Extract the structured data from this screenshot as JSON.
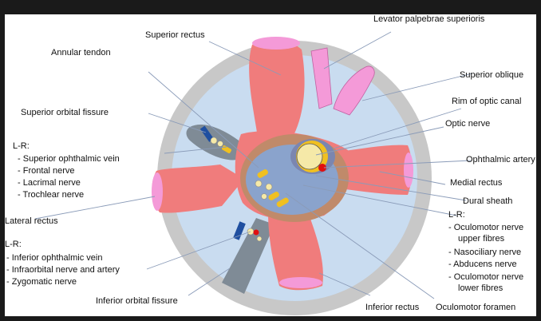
{
  "labels": {
    "levator": "Levator palpebrae superioris",
    "superior_rectus": "Superior rectus",
    "annular_tendon": "Annular tendon",
    "superior_oblique": "Superior oblique",
    "rim_optic_canal": "Rim of optic canal",
    "superior_orbital_fissure": "Superior orbital fissure",
    "optic_nerve": "Optic nerve",
    "ophthalmic_artery": "Ophthalmic artery",
    "medial_rectus": "Medial rectus",
    "dural_sheath": "Dural sheath",
    "lateral_rectus": "Lateral rectus",
    "inferior_orbital_fissure": "Inferior orbital fissure",
    "inferior_rectus": "Inferior rectus",
    "oculomotor_foramen": "Oculomotor foramen"
  },
  "sof_list": {
    "heading": "L-R:",
    "items": [
      "Superior ophthalmic vein",
      "Frontal nerve",
      "Lacrimal nerve",
      "Trochlear nerve"
    ]
  },
  "iof_list": {
    "heading": "L-R:",
    "items": [
      "Inferior ophthalmic vein",
      "Infraorbital nerve and artery",
      "Zygomatic nerve"
    ]
  },
  "oculomotor_list": {
    "heading": "L-R:",
    "items": [
      "Oculomotor nerve upper fibres",
      "Nasociliary nerve",
      "Abducens nerve",
      "Oculomotor nerve lower fibres"
    ]
  },
  "colors": {
    "orbit_rim": "#c8c8c8",
    "orbit_fill": "#c9dcf0",
    "muscle": "#f07c7c",
    "muscle_end": "#f49ad8",
    "fissure": "#7f8b96",
    "tendon": "#c08a6a",
    "foramen": "#8aa3cc",
    "nerve_yellow": "#f5e9a8",
    "artery": "#e01010",
    "vein_blue": "#1f4fa0"
  }
}
